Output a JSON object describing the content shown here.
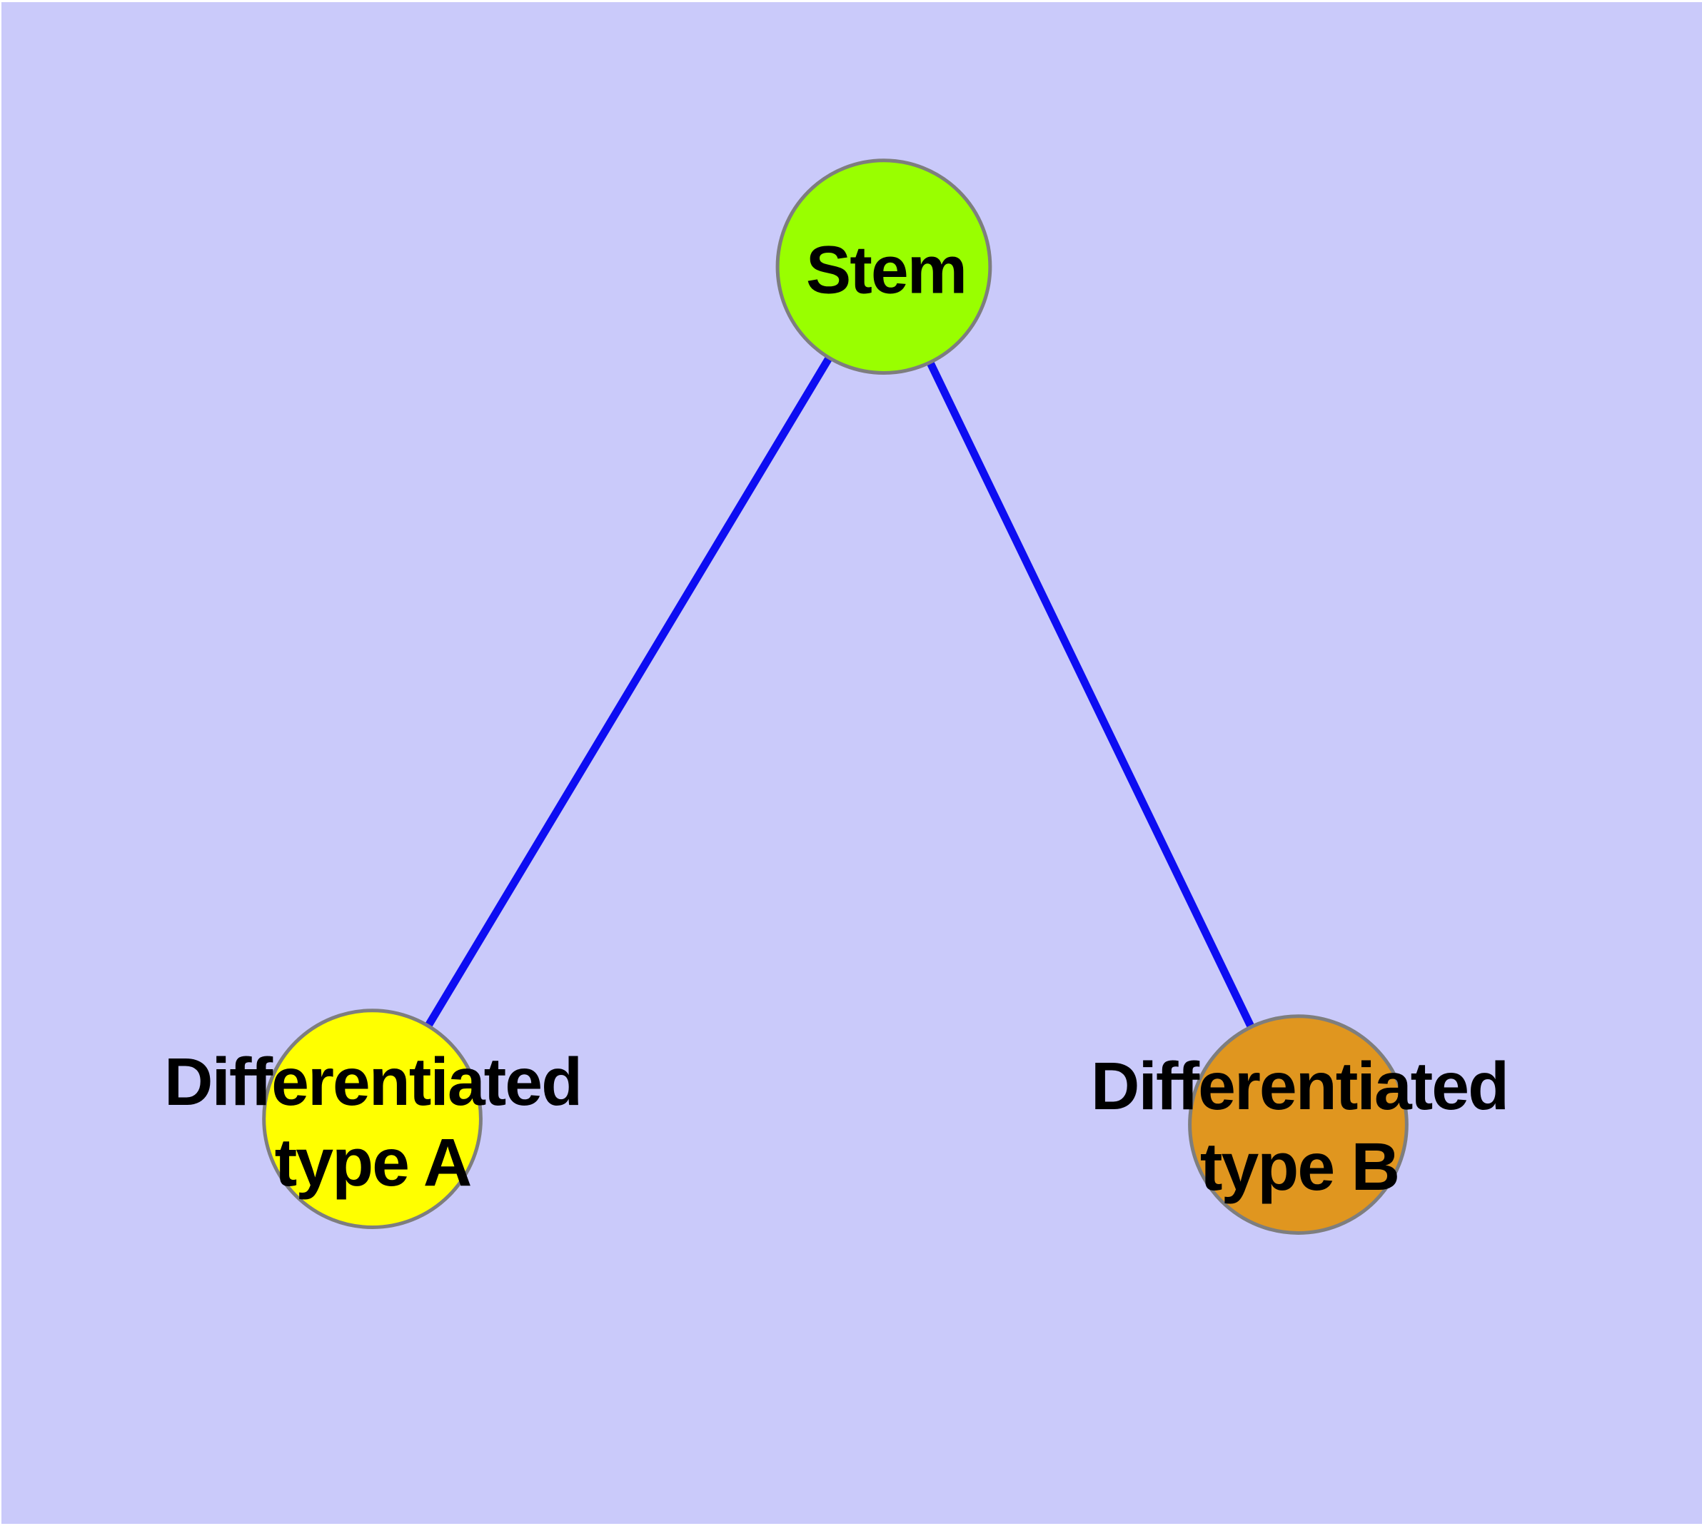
{
  "diagram": {
    "type": "node-link-graph",
    "background_color": "#CACAFA",
    "page_margin_color": "#FFFFFF",
    "edge_color": "#0D0DF2",
    "node_border_color": "#7E7E7E",
    "text_color": "#000000",
    "nodes": [
      {
        "id": "stem",
        "label": "Stem",
        "color": "#99FF00"
      },
      {
        "id": "differentiated-type-a",
        "label": "Differentiated\ntype A",
        "color": "#FFFF00"
      },
      {
        "id": "differentiated-type-b",
        "label": "Differentiated\ntype B",
        "color": "#E0961F"
      }
    ],
    "edges": [
      {
        "from": "stem",
        "to": "differentiated-type-a"
      },
      {
        "from": "stem",
        "to": "differentiated-type-b"
      }
    ]
  }
}
